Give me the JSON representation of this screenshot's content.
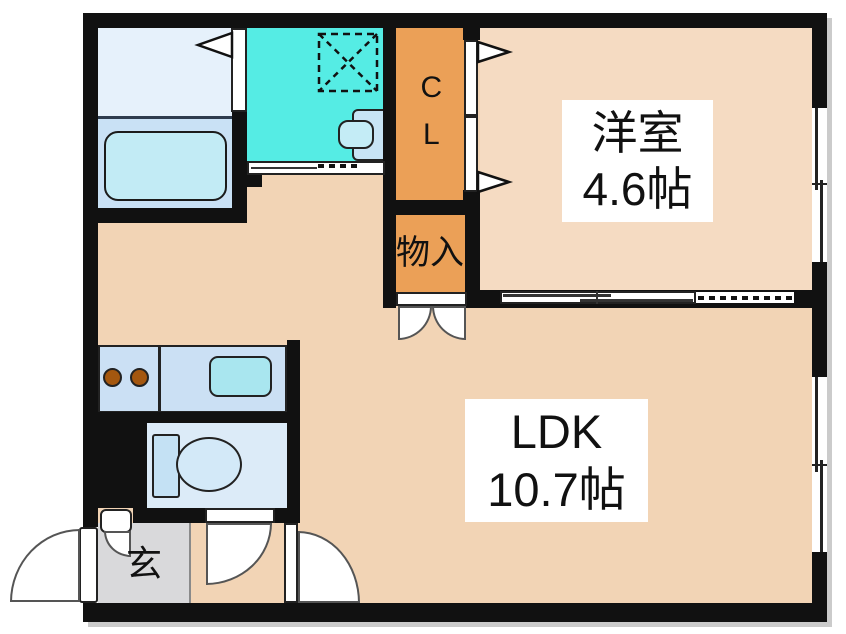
{
  "rooms": {
    "western": {
      "name": "洋室",
      "size": "4.6帖"
    },
    "ldk": {
      "name": "LDK",
      "size": "10.7帖"
    },
    "closet": {
      "label": "CL"
    },
    "storage": {
      "label": "物入"
    },
    "entrance": {
      "label": "玄"
    }
  },
  "colors": {
    "wall": "#111111",
    "ldk_floor": "#F2D4B5",
    "western_floor": "#F5DBC2",
    "closet": "#EBA057",
    "washroom": "#55ECE4",
    "bath_room": "#E6F1FB",
    "bath_lower": "#C9E1F5",
    "bathtub": "#C2EBF5",
    "kitchen_counter": "#CBE0F4",
    "sink": "#A9E6EF",
    "burner": "#A4570F",
    "toilet_room": "#DCEBF8",
    "toilet_fixture": "#C4E1F4",
    "toilet_bowl": "#D3E9F8",
    "basin_counter": "#C8E4F5",
    "basin_bowl": "#C4ECF6",
    "entrance_floor": "#D9D9DB",
    "label_bg": "#FFFFFF",
    "door": "#FFFFFF"
  }
}
